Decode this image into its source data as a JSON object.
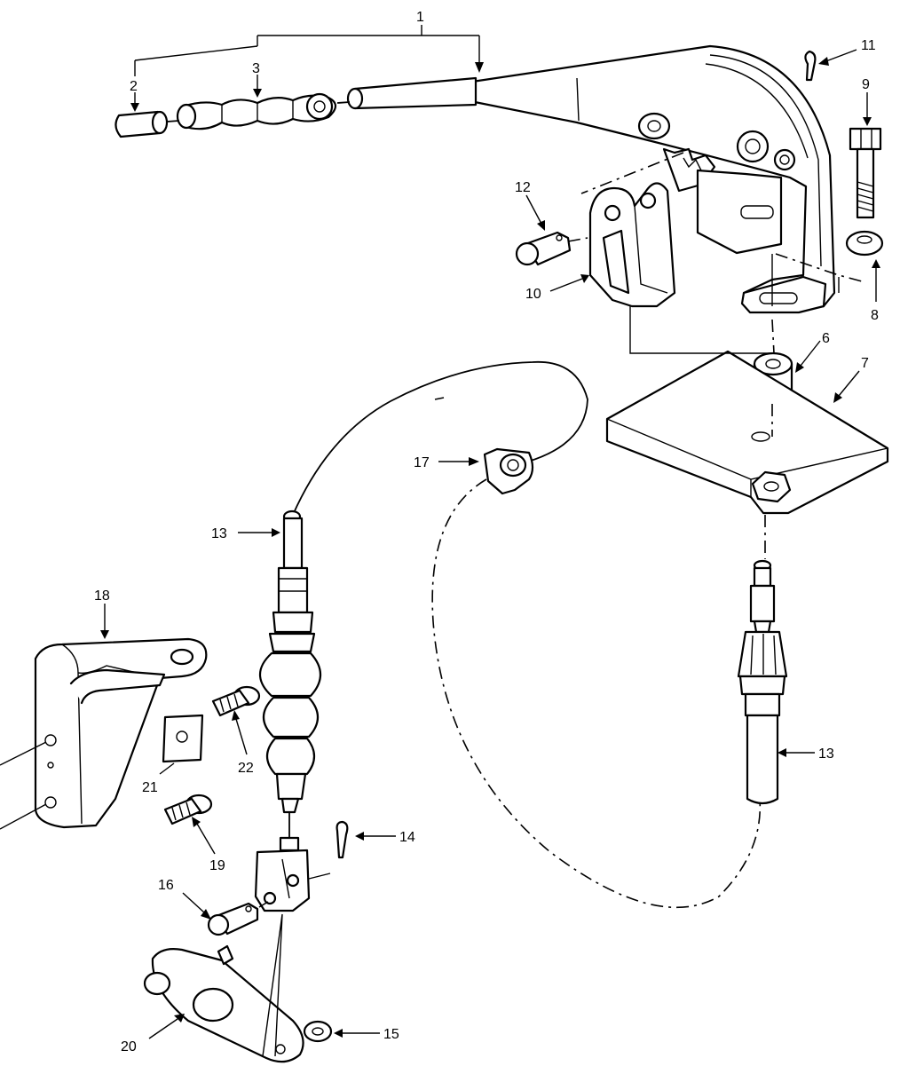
{
  "diagram": {
    "callouts": [
      {
        "id": "c1",
        "label": "1"
      },
      {
        "id": "c2",
        "label": "2"
      },
      {
        "id": "c3",
        "label": "3"
      },
      {
        "id": "c6",
        "label": "6"
      },
      {
        "id": "c7",
        "label": "7"
      },
      {
        "id": "c8",
        "label": "8"
      },
      {
        "id": "c9",
        "label": "9"
      },
      {
        "id": "c10",
        "label": "10"
      },
      {
        "id": "c11",
        "label": "11"
      },
      {
        "id": "c12",
        "label": "12"
      },
      {
        "id": "c13a",
        "label": "13"
      },
      {
        "id": "c13b",
        "label": "13"
      },
      {
        "id": "c14",
        "label": "14"
      },
      {
        "id": "c15",
        "label": "15"
      },
      {
        "id": "c16",
        "label": "16"
      },
      {
        "id": "c17",
        "label": "17"
      },
      {
        "id": "c18",
        "label": "18"
      },
      {
        "id": "c19",
        "label": "19"
      },
      {
        "id": "c20",
        "label": "20"
      },
      {
        "id": "c21",
        "label": "21"
      },
      {
        "id": "c22",
        "label": "22"
      }
    ]
  }
}
